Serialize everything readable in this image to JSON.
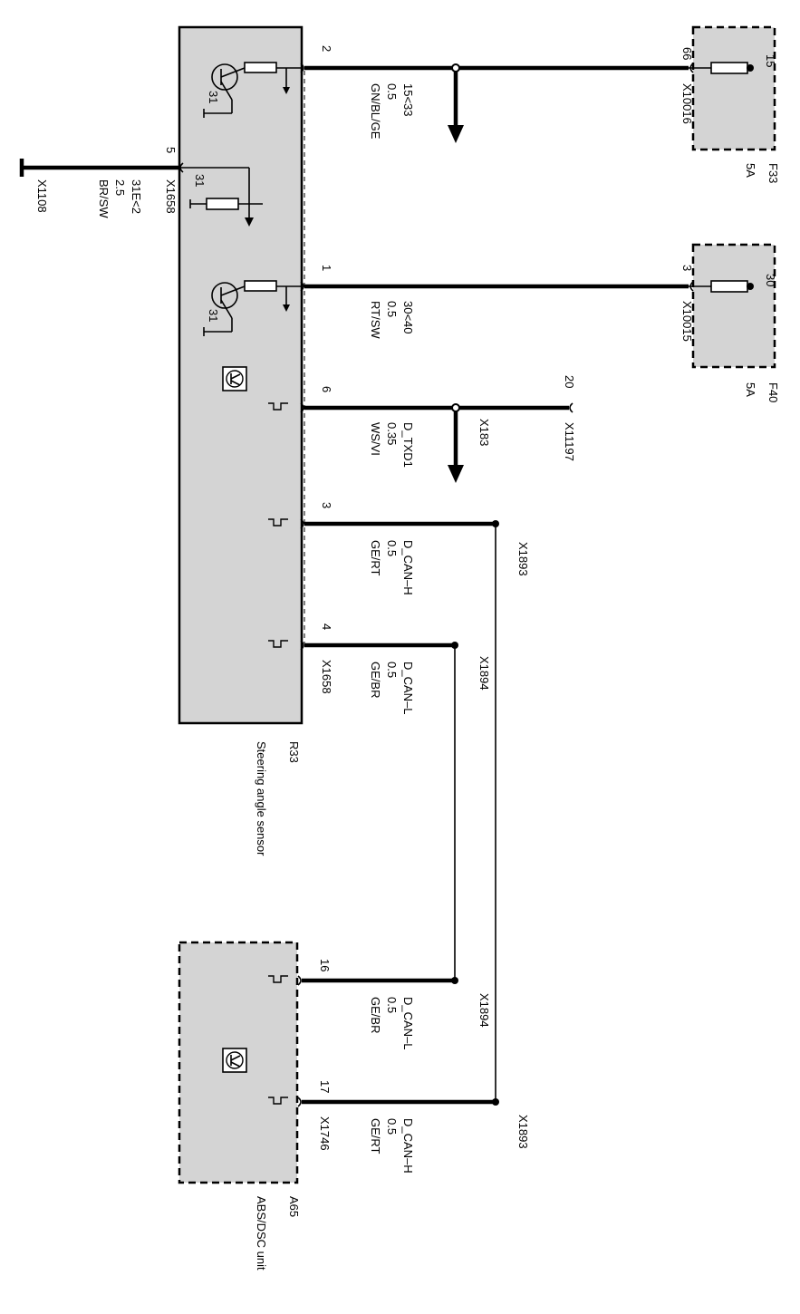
{
  "components": {
    "r33": {
      "id": "R33",
      "name": "Steering angle sensor"
    },
    "a65": {
      "id": "A65",
      "name": "ABS/DSC unit"
    },
    "f33": {
      "id": "F33",
      "rating": "5A",
      "pin": "15"
    },
    "f40": {
      "id": "F40",
      "rating": "5A",
      "pin": "30"
    }
  },
  "ground_labels": [
    "31",
    "31",
    "31"
  ],
  "wires": [
    {
      "pin": "2",
      "signal": "15<33",
      "gauge": "0.5",
      "color": "GN/BL/GE",
      "far_pin": "66",
      "far_connector": "X10016"
    },
    {
      "pin": "1",
      "signal": "30<40",
      "gauge": "0.5",
      "color": "RT/SW",
      "far_pin": "3",
      "far_connector": "X10015"
    },
    {
      "pin": "6",
      "signal": "D_TXD1",
      "gauge": "0.35",
      "color": "WS/VI",
      "far_pin": "20",
      "far_connector": "X11197",
      "splice": "X183"
    },
    {
      "pin": "3",
      "signal": "D_CAN–H",
      "gauge": "0.5",
      "color": "GE/RT",
      "splice": "X1893"
    },
    {
      "pin": "4",
      "signal": "D_CAN–L",
      "gauge": "0.5",
      "color": "GE/BR",
      "splice": "X1894",
      "connector": "X1658"
    },
    {
      "pin": "5",
      "signal": "31E<2",
      "gauge": "2.5",
      "color": "BR/SW",
      "connector": "X1658",
      "ground": "X1108"
    },
    {
      "pin": "16",
      "signal": "D_CAN–L",
      "gauge": "0.5",
      "color": "GE/BR",
      "splice": "X1894"
    },
    {
      "pin": "17",
      "signal": "D_CAN–H",
      "gauge": "0.5",
      "color": "GE/RT",
      "splice": "X1893",
      "connector": "X1746"
    }
  ]
}
